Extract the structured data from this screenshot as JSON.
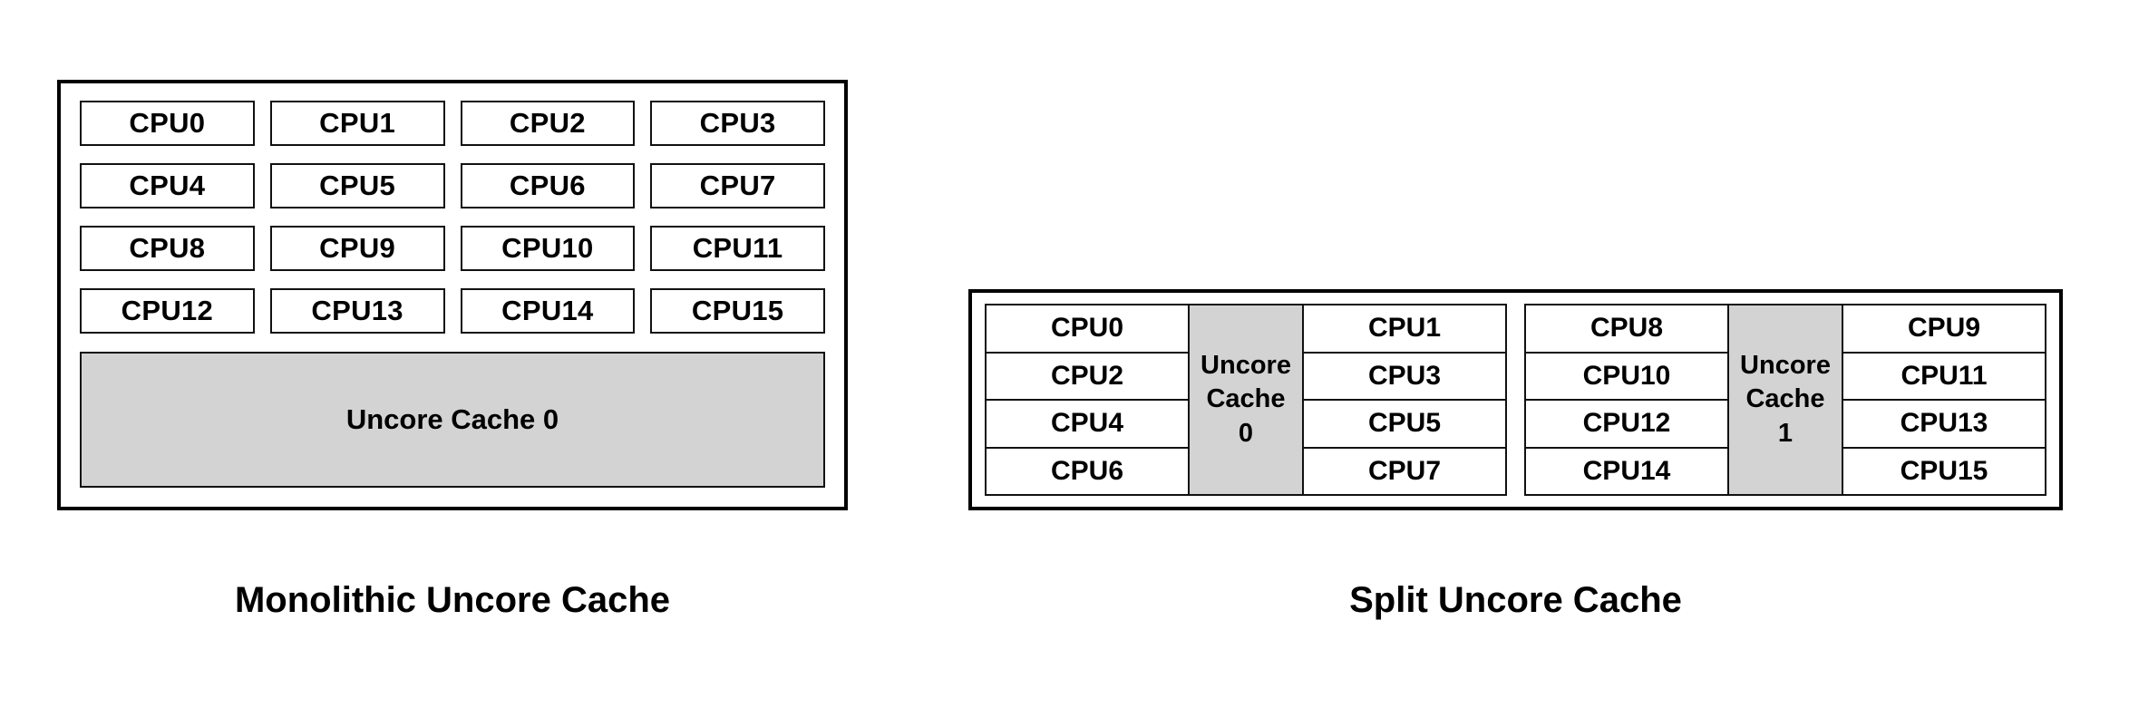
{
  "diagram": {
    "title_implied": "Uncore cache topology comparison",
    "monolithic": {
      "caption": "Monolithic Uncore Cache",
      "cpus": [
        "CPU0",
        "CPU1",
        "CPU2",
        "CPU3",
        "CPU4",
        "CPU5",
        "CPU6",
        "CPU7",
        "CPU8",
        "CPU9",
        "CPU10",
        "CPU11",
        "CPU12",
        "CPU13",
        "CPU14",
        "CPU15"
      ],
      "cache_label": "Uncore Cache 0"
    },
    "split": {
      "caption": "Split Uncore Cache",
      "clusters": [
        {
          "left_cpus": [
            "CPU0",
            "CPU2",
            "CPU4",
            "CPU6"
          ],
          "cache_line1": "Uncore",
          "cache_line2": "Cache",
          "cache_line3": "0",
          "right_cpus": [
            "CPU1",
            "CPU3",
            "CPU5",
            "CPU7"
          ]
        },
        {
          "left_cpus": [
            "CPU8",
            "CPU10",
            "CPU12",
            "CPU14"
          ],
          "cache_line1": "Uncore",
          "cache_line2": "Cache",
          "cache_line3": "1",
          "right_cpus": [
            "CPU9",
            "CPU11",
            "CPU13",
            "CPU15"
          ]
        }
      ]
    },
    "colors": {
      "cache_fill": "#d3d3d3",
      "cpu_fill": "#ffffff",
      "border": "#000000",
      "background": "#ffffff"
    }
  }
}
